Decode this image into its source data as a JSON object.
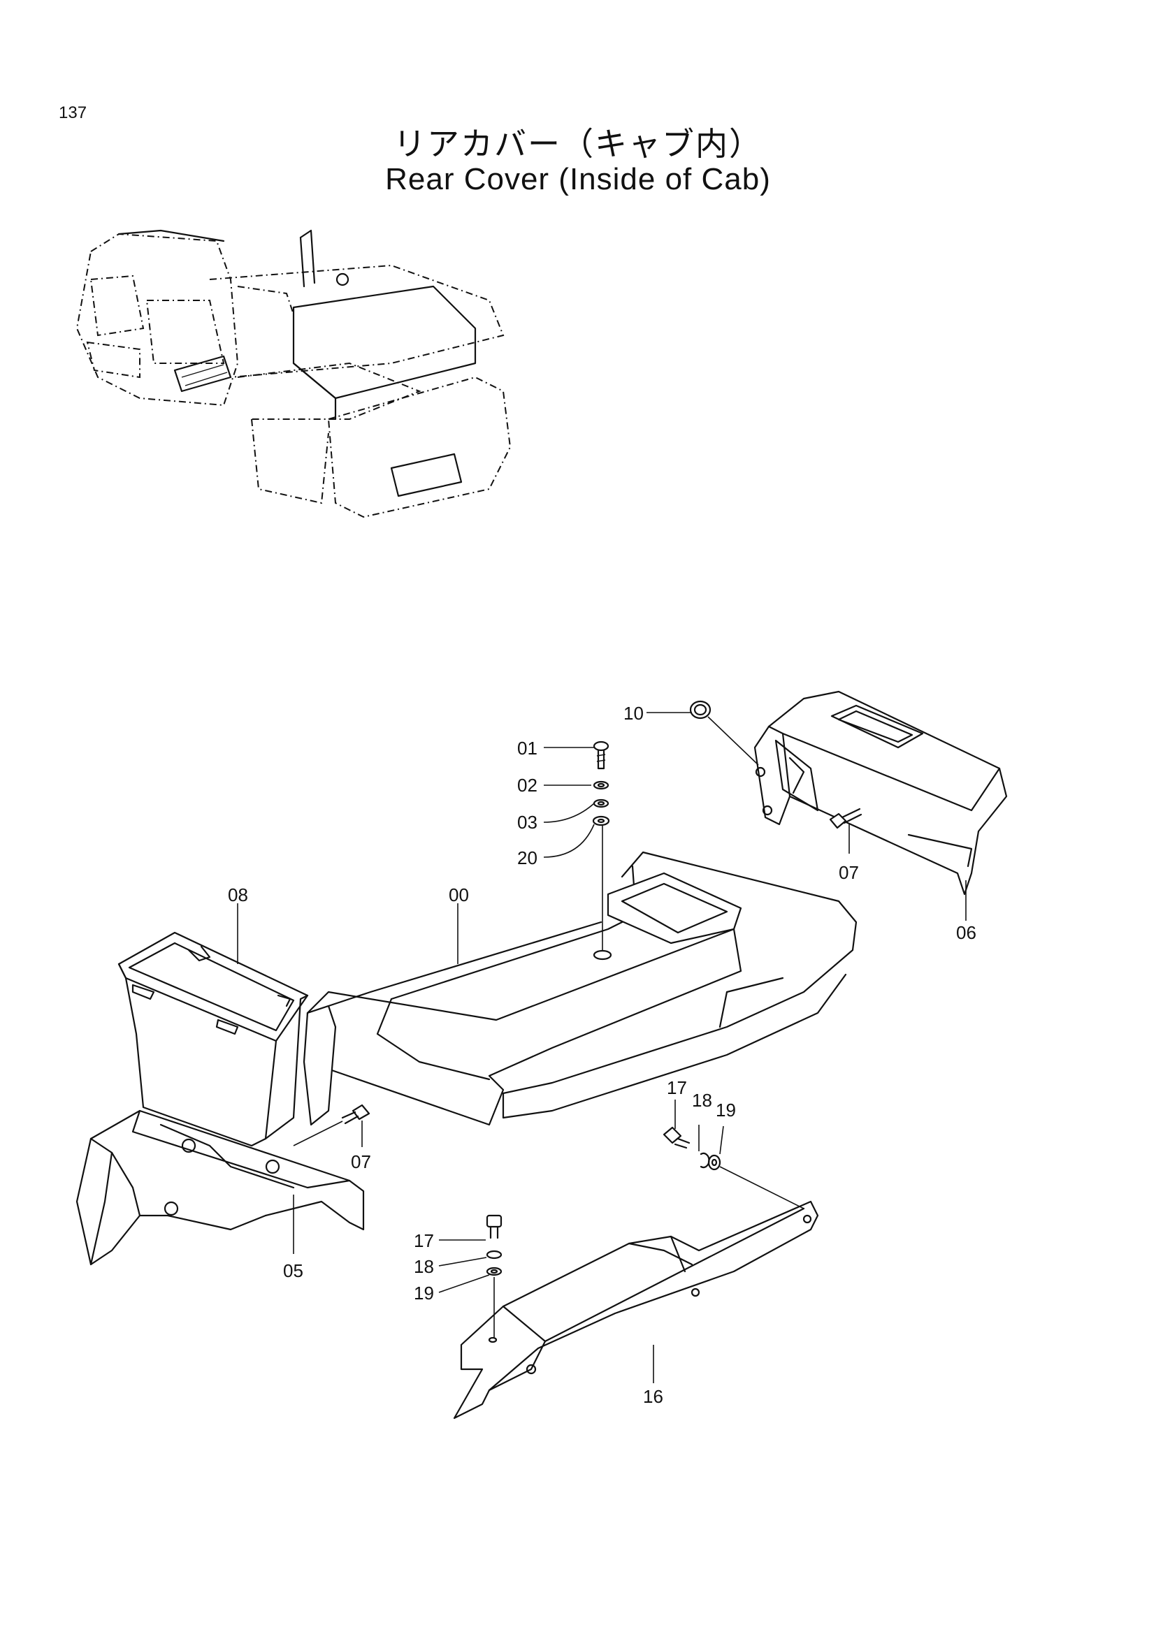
{
  "page": {
    "number": "137",
    "title_jp": "リアカバー（キャブ内）",
    "title_en": "Rear Cover (Inside of Cab)"
  },
  "part_labels": {
    "p00": "00",
    "p01": "01",
    "p02": "02",
    "p03": "03",
    "p05": "05",
    "p06": "06",
    "p07a": "07",
    "p07b": "07",
    "p08": "08",
    "p10": "10",
    "p16": "16",
    "p17a": "17",
    "p17b": "17",
    "p18a": "18",
    "p18b": "18",
    "p19a": "19",
    "p19b": "19",
    "p20": "20"
  }
}
